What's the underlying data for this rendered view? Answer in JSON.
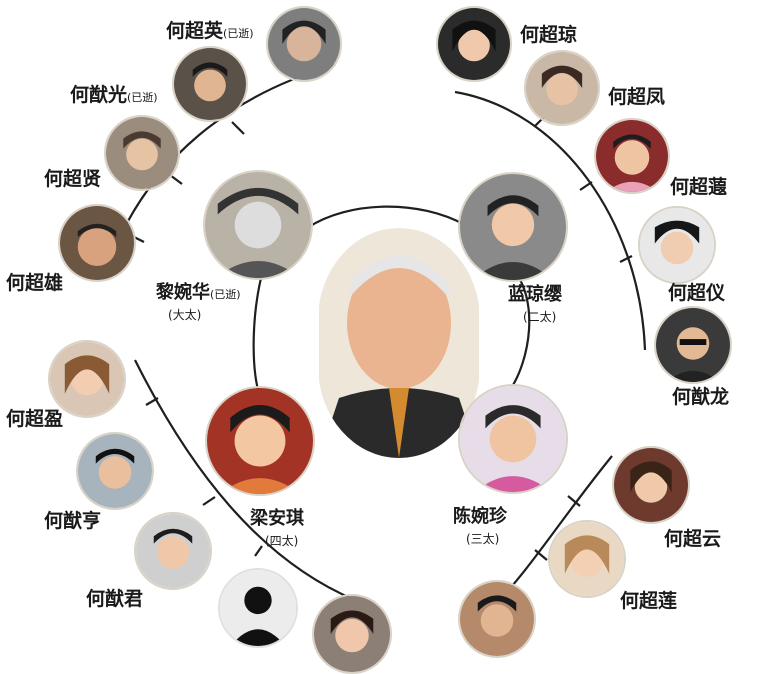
{
  "center": {
    "icon": "portrait-icon"
  },
  "wives": {
    "first": {
      "name": "黎婉华",
      "note": "(已逝)",
      "role": "(大太)"
    },
    "second": {
      "name": "蓝琼缨",
      "role": "(二太)"
    },
    "third": {
      "name": "陈婉珍",
      "role": "(三太)"
    },
    "fourth": {
      "name": "梁安琪",
      "role": "(四太)"
    }
  },
  "children": {
    "first": [
      {
        "name": "何超英",
        "note": "(已逝)"
      },
      {
        "name": "何猷光",
        "note": "(已逝)"
      },
      {
        "name": "何超贤"
      },
      {
        "name": "何超雄"
      }
    ],
    "second": [
      {
        "name": "何超琼"
      },
      {
        "name": "何超凤"
      },
      {
        "name": "何超蕸"
      },
      {
        "name": "何超仪"
      },
      {
        "name": "何猷龙"
      }
    ],
    "third": [
      {
        "name": "何超云"
      },
      {
        "name": "何超莲"
      }
    ],
    "fourth": [
      {
        "name": "何超盈"
      },
      {
        "name": "何猷亨"
      },
      {
        "name": "何猷君"
      }
    ]
  },
  "colors": {
    "line": "#1f1f1f",
    "ring": "#d9d2c6"
  }
}
